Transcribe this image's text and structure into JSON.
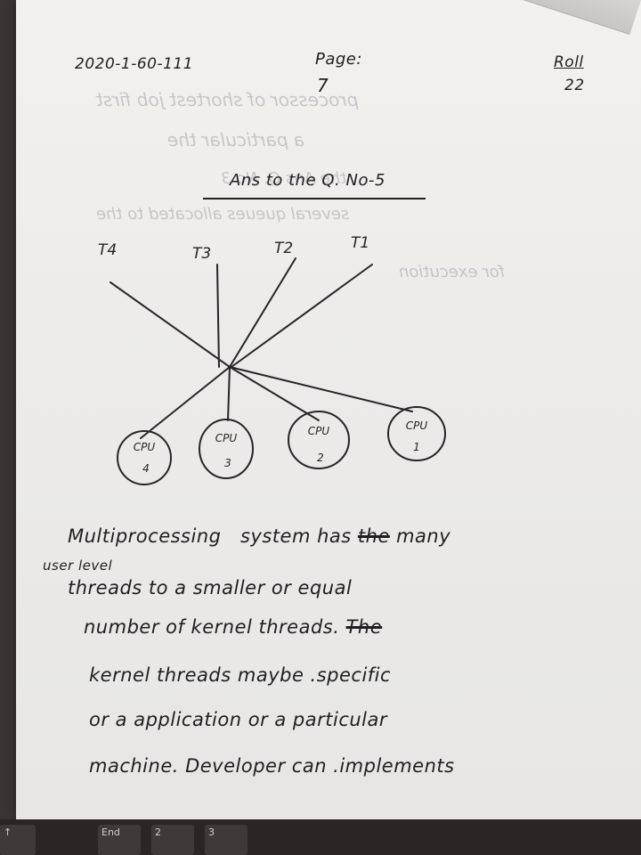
{
  "header": {
    "code_left": "2020-1-60-111",
    "page_label": "Page:",
    "page_number": "7",
    "roll_label": "Roll",
    "roll_number": "22"
  },
  "heading": "Ans to the Q. No-5",
  "diagram": {
    "threads": [
      "T4",
      "T3",
      "T2",
      "T1"
    ],
    "cpus": [
      {
        "label": "CPU",
        "number": "4"
      },
      {
        "label": "CPU",
        "number": "3"
      },
      {
        "label": "CPU",
        "number": "2"
      },
      {
        "label": "CPU",
        "number": "1"
      }
    ]
  },
  "body": {
    "line1_a": "Multiprocessing",
    "line1_b": "system has",
    "line1_strike": "the",
    "line1_c": "many",
    "insert_note": "user level",
    "line2": "threads to   a smaller or equal",
    "line3_a": "number of kernel threads.",
    "line3_strike": "The",
    "line4": "kernel threads maybe  .specific",
    "line5": "or a application or a particular",
    "line6": "machine. Developer  can .implements"
  },
  "ghost_text": {
    "g1": "processor of shortest job first",
    "g2": "a particular the",
    "g3": "the Ans Q. No 3",
    "g4": "several queues allocated to the",
    "g5": "for execution"
  },
  "keyboard": {
    "key1": "End",
    "key2": "2",
    "key3": "3"
  },
  "colors": {
    "ink": "#1f1f23",
    "paper": "#ecebe9",
    "ghost": "#5a5a6e"
  }
}
